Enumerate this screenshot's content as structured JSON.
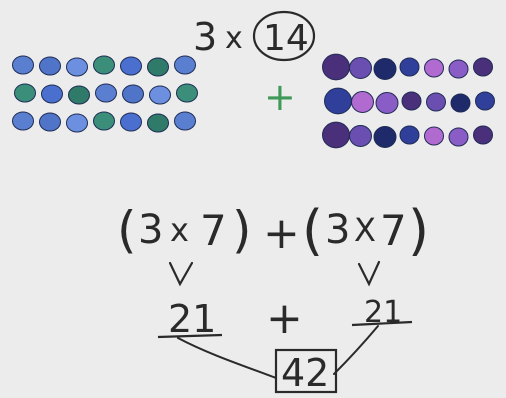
{
  "title_expr": {
    "factor": "3",
    "times": "x",
    "circled": "14"
  },
  "plus_green": "+",
  "decomposition": {
    "open1": "(",
    "a1": "3",
    "x1": "x",
    "b1": "7",
    "close1": ")",
    "plus": "+",
    "open2": "(",
    "a2": "3",
    "x2": "X",
    "b2": "7",
    "close2": ")"
  },
  "partials": {
    "left": "21",
    "plus": "+",
    "right": "21"
  },
  "total": "42",
  "dot_colors": {
    "left_group": [
      "#5b7fd0",
      "#2f7a68",
      "#4a6fcf",
      "#3b8f7a",
      "#6d8fe0",
      "#4f74c8"
    ],
    "right_group": [
      "#4a2f7a",
      "#8a5cc6",
      "#b06ad0",
      "#2f3f9a",
      "#1e2a6a",
      "#6a4fb0"
    ],
    "plus_color": "#3f9a5a",
    "ink": "#2a2a2a"
  }
}
